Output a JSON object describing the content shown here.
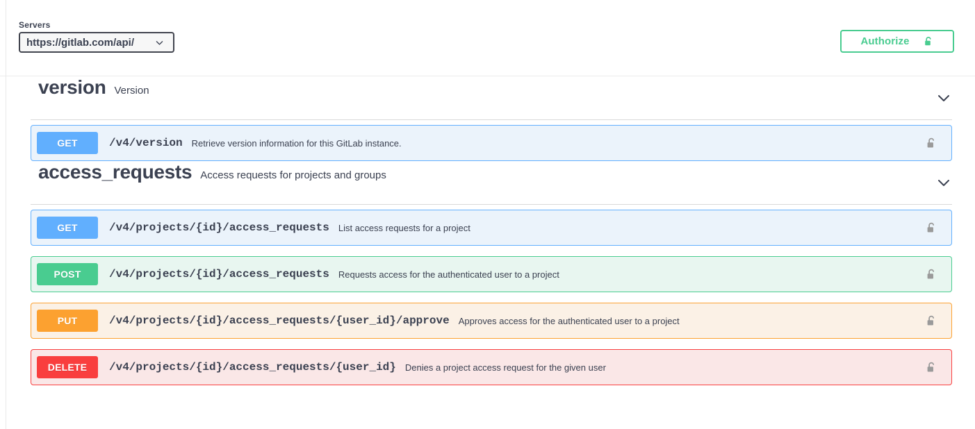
{
  "topbar": {
    "servers_label": "Servers",
    "server_selected": "https://gitlab.com/api/",
    "server_options": [
      "https://gitlab.com/api/"
    ],
    "authorize_label": "Authorize",
    "authorize_icon": "unlock-icon",
    "caret_icon": "chevron-down-icon",
    "accent_green": "#49cc90"
  },
  "sections": [
    {
      "tag": "version",
      "description": "Version",
      "chevron_icon": "chevron-down-icon",
      "operations": [
        {
          "method": "GET",
          "path": "/v4/version",
          "summary": "Retrieve version information for this GitLab instance.",
          "lock_icon": "unlock-icon",
          "color": "#61affe",
          "bg": "#ebf3fb"
        }
      ]
    },
    {
      "tag": "access_requests",
      "description": "Access requests for projects and groups",
      "chevron_icon": "chevron-down-icon",
      "operations": [
        {
          "method": "GET",
          "path": "/v4/projects/{id}/access_requests",
          "summary": "List access requests for a project",
          "lock_icon": "unlock-icon",
          "color": "#61affe",
          "bg": "#ebf3fb"
        },
        {
          "method": "POST",
          "path": "/v4/projects/{id}/access_requests",
          "summary": "Requests access for the authenticated user to a project",
          "lock_icon": "unlock-icon",
          "color": "#49cc90",
          "bg": "#e8f6f0"
        },
        {
          "method": "PUT",
          "path": "/v4/projects/{id}/access_requests/{user_id}/approve",
          "summary": "Approves access for the authenticated user to a project",
          "lock_icon": "unlock-icon",
          "color": "#fca130",
          "bg": "#fbf1e6"
        },
        {
          "method": "DELETE",
          "path": "/v4/projects/{id}/access_requests/{user_id}",
          "summary": "Denies a project access request for the given user",
          "lock_icon": "unlock-icon",
          "color": "#f93e3e",
          "bg": "#fae7e7"
        }
      ]
    }
  ]
}
